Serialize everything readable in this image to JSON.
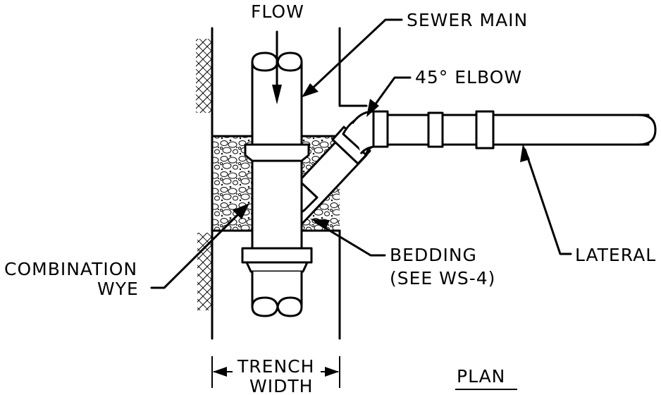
{
  "labels": {
    "flow": "FLOW",
    "sewer_main": "SEWER MAIN",
    "elbow": "45° ELBOW",
    "combination_line1": "COMBINATION",
    "combination_line2": "WYE",
    "bedding_line1": "BEDDING",
    "bedding_line2": "(SEE WS-4)",
    "lateral": "LATERAL",
    "trench_line1": "TRENCH",
    "trench_line2": "WIDTH",
    "plan": "PLAN"
  },
  "colors": {
    "line": "#000000",
    "background": "#ffffff"
  }
}
